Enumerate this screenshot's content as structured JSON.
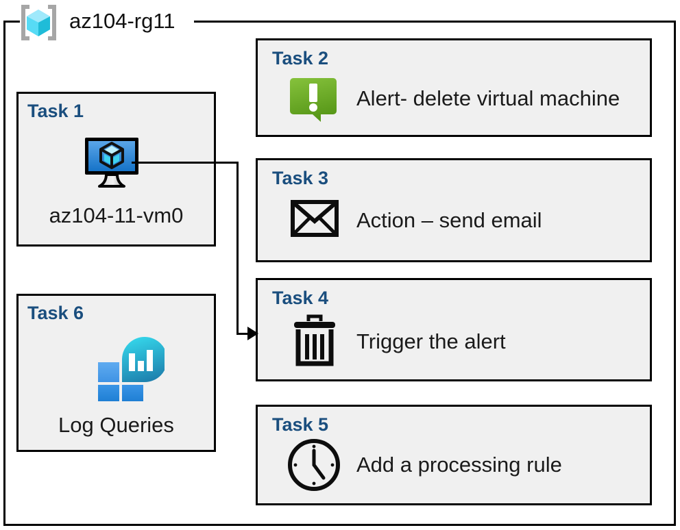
{
  "resource_group": {
    "icon": "azure-resource-group-cube-icon",
    "title": "az104-rg11"
  },
  "colors": {
    "task_title": "#1a4e7e",
    "card_background": "#f0f0f0",
    "card_border": "#000000",
    "rg_cube_light": "#9fe9fb",
    "rg_cube_mid": "#46d5f2",
    "rg_cube_dark": "#1fbcd8",
    "rg_bracket": "#a6a6a6",
    "vm_screen_top": "#5aa5e8",
    "vm_screen_bottom": "#1573c8",
    "alert_green_top": "#7fba35",
    "alert_green_bottom": "#5b9a1e",
    "log_tile_light": "#54a3ed",
    "log_tile_mid": "#2d8fe0",
    "log_tile_dark": "#1f7fd4",
    "log_circle_top": "#32d0e8",
    "log_circle_bottom": "#1d7fad",
    "icon_black": "#000000",
    "connector": "#000000"
  },
  "tasks": [
    {
      "id": "task1",
      "title": "Task 1",
      "icon": "virtual-machine-icon",
      "label": "az104-11-vm0"
    },
    {
      "id": "task2",
      "title": "Task 2",
      "icon": "alert-speech-bubble-exclamation-icon",
      "label": "Alert- delete virtual machine"
    },
    {
      "id": "task3",
      "title": "Task 3",
      "icon": "envelope-icon",
      "label": "Action – send email"
    },
    {
      "id": "task4",
      "title": "Task 4",
      "icon": "trash-can-icon",
      "label": "Trigger the alert"
    },
    {
      "id": "task5",
      "title": "Task 5",
      "icon": "clock-icon",
      "label": "Add a processing rule"
    },
    {
      "id": "task6",
      "title": "Task 6",
      "icon": "log-analytics-icon",
      "label": "Log Queries"
    }
  ],
  "connector": {
    "name": "vm-to-trigger-alert-arrow",
    "from": "task1",
    "to": "task4"
  }
}
